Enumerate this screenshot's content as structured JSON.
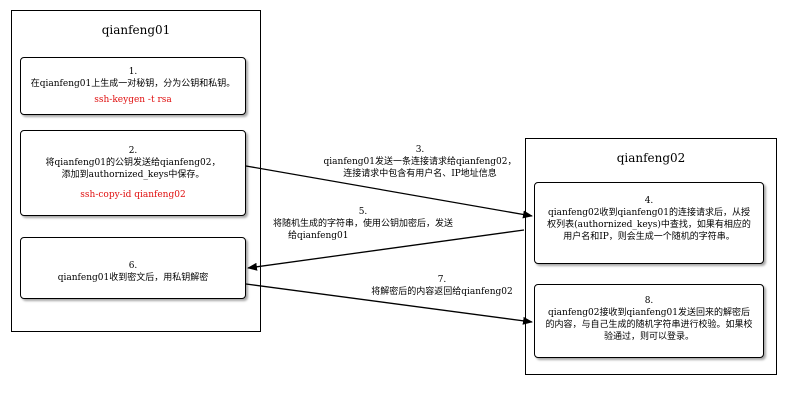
{
  "left_container": {
    "title": "qianfeng01"
  },
  "right_container": {
    "title": "qianfeng02"
  },
  "steps": {
    "s1": {
      "num": "1.",
      "text": "在qianfeng01上生成一对秘钥，分为公钥和私钥。",
      "command": "ssh-keygen -t rsa"
    },
    "s2": {
      "num": "2.",
      "text": "将qianfeng01的公钥发送给qianfeng02，添加到authornized_keys中保存。",
      "command": "ssh-copy-id qianfeng02"
    },
    "s4": {
      "num": "4.",
      "text": "qianfeng02收到qianfeng01的连接请求后，从授权列表(authornized_keys)中查找，如果有相应的用户名和IP，则会生成一个随机的字符串。"
    },
    "s6": {
      "num": "6.",
      "text": "qianfeng01收到密文后，用私钥解密"
    },
    "s8": {
      "num": "8.",
      "text": "qianfeng02接收到qianfeng01发送回来的解密后的内容，与自己生成的随机字符串进行校验。如果校验通过，则可以登录。"
    }
  },
  "messages": {
    "m3": {
      "num": "3.",
      "line1": "qianfeng01发送一条连接请求给qianfeng02，",
      "line2": "连接请求中包含有用户名、IP地址信息"
    },
    "m5": {
      "num": "5.",
      "line1": "将随机生成的字符串，使用公钥加密后，发送",
      "line2": "给qianfeng01"
    },
    "m7": {
      "num": "7.",
      "line1": "将解密后的内容返回给qianfeng02"
    }
  }
}
